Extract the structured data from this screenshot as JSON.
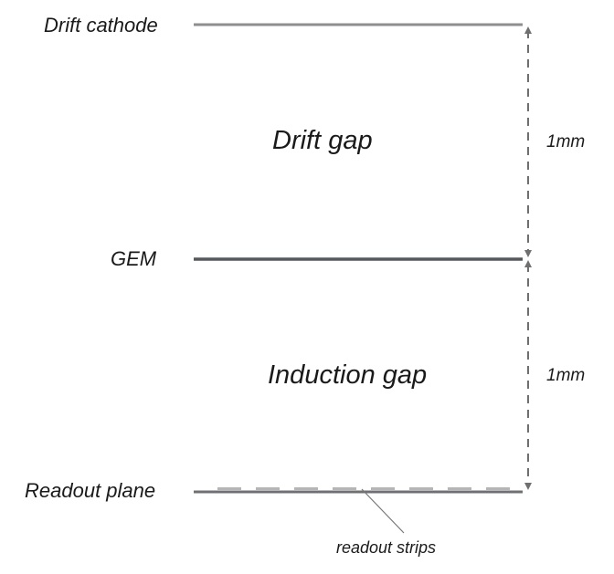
{
  "layers": {
    "drift_cathode": "Drift cathode",
    "gem": "GEM",
    "readout_plane": "Readout plane"
  },
  "gaps": {
    "drift": "Drift gap",
    "induction": "Induction gap"
  },
  "dimensions": {
    "drift_gap": "1mm",
    "induction_gap": "1mm"
  },
  "annotations": {
    "readout_strips": "readout strips"
  },
  "colors": {
    "cathode_line": "#8e8e90",
    "gem_line": "#55585c",
    "readout_line": "#6e7073",
    "strips": "#b5b5b5",
    "dimension": "#6f6f6f",
    "text": "#1a1a1a"
  }
}
